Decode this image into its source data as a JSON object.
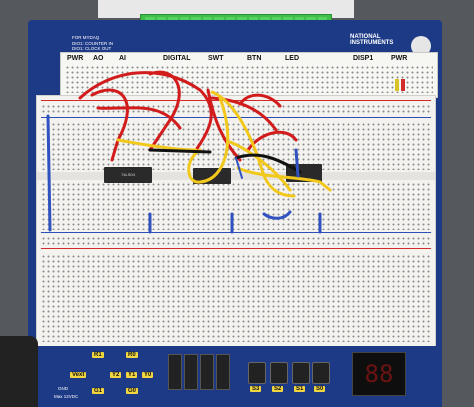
{
  "board": {
    "brand": "NATIONAL INSTRUMENTS",
    "info_lines": [
      "FOR MYDAQ",
      "DIO1: COUNTER IN",
      "DIO1: CLOCK OUT"
    ],
    "headers": [
      "PWR",
      "AO",
      "AI",
      "DIGITAL",
      "SWT",
      "BTN",
      "LED",
      "DISP1",
      "PWR"
    ],
    "chip_label": "74LS04",
    "bottom_labels": {
      "rows": [
        [
          "R1",
          "R0"
        ],
        [
          "Y2",
          "Y1",
          "Y0"
        ],
        [
          "G1",
          "G0"
        ]
      ],
      "left": "Vext",
      "left_small": "GND",
      "buttons": [
        "S3",
        "S2",
        "S1",
        "S0"
      ],
      "display": "88",
      "voltage": "Max 12VDC"
    }
  }
}
